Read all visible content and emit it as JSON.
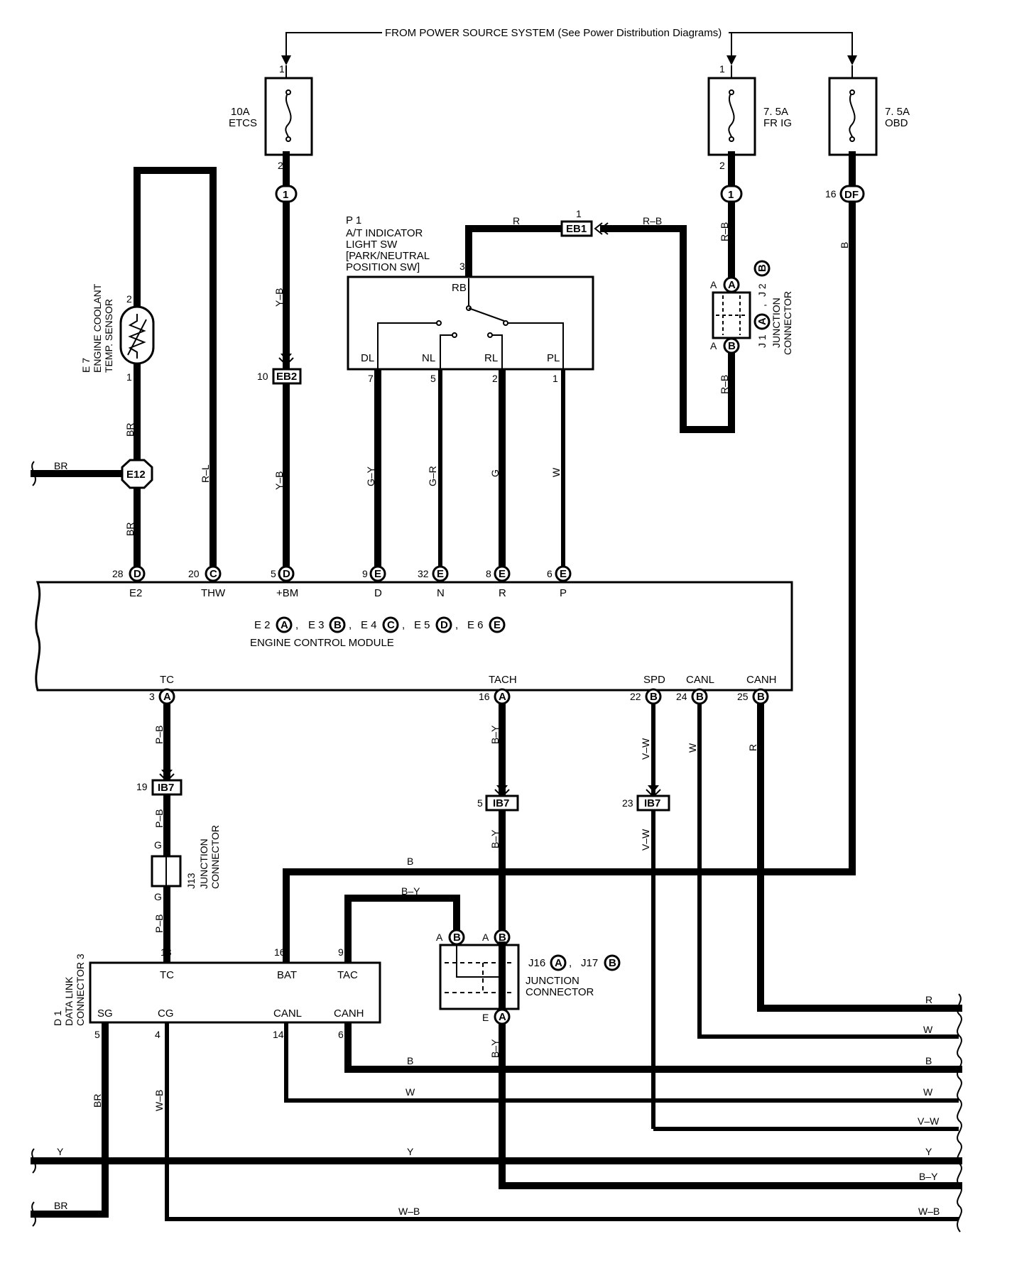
{
  "power_source": "FROM POWER SOURCE SYSTEM (See Power Distribution Diagrams)",
  "fuses": [
    {
      "id": "etcs",
      "amp": "10A",
      "name": "ETCS"
    },
    {
      "id": "frig",
      "amp": "7. 5A",
      "name": "FR IG"
    },
    {
      "id": "obd",
      "amp": "7. 5A",
      "name": "OBD"
    }
  ],
  "pin_labels": {
    "one": "1",
    "two": "2",
    "three": "3",
    "five": "5",
    "seven": "7",
    "nine": "9",
    "ten": "10",
    "thirteen": "13",
    "fourteen": "14",
    "sixteen": "16",
    "nineteen": "19",
    "twenty": "20",
    "twentytwo": "22",
    "twentythree": "23",
    "twentyfour": "24",
    "twentyfive": "25",
    "twentyeight": "28",
    "thirtytwo": "32",
    "four": "4",
    "six": "6",
    "eight": "8"
  },
  "connectors": {
    "c1": "1",
    "df": "DF",
    "eb1": "EB1",
    "eb2": "EB2",
    "ib7": "IB7",
    "e12": "E12",
    "a": "A",
    "b": "B",
    "c": "C",
    "d": "D",
    "e": "E",
    "g": "G"
  },
  "wire_colors": {
    "yb": "Y–B",
    "rb": "R–B",
    "r": "R",
    "b": "B",
    "br": "BR",
    "rl": "R–L",
    "gy": "G–Y",
    "gr": "G–R",
    "g": "G",
    "w": "W",
    "pb": "P–B",
    "by": "B–Y",
    "vw": "V–W",
    "wb": "W–B",
    "y": "Y"
  },
  "sensor": {
    "code": "E 7",
    "name_line1": "ENGINE COOLANT",
    "name_line2": "TEMP. SENSOR"
  },
  "switch": {
    "code": "P 1",
    "line1": "A/T INDICATOR",
    "line2": "LIGHT SW",
    "line3": "[PARK/NEUTRAL",
    "line4": " POSITION SW]",
    "pins": [
      "RB",
      "DL",
      "NL",
      "RL",
      "PL"
    ]
  },
  "junction_j1": {
    "code": "J 1",
    "sep": ",",
    "code2": "J 2",
    "name1": "JUNCTION",
    "name2": "CONNECTOR"
  },
  "junction_j13": {
    "code": "J13",
    "name1": "JUNCTION",
    "name2": "CONNECTOR"
  },
  "junction_j16": {
    "code": "J16",
    "sep": ",",
    "code2": "J17",
    "name1": "JUNCTION",
    "name2": "CONNECTOR"
  },
  "ecm": {
    "name": "ENGINE CONTROL MODULE",
    "top_terminals": [
      "E2",
      "THW",
      "+BM",
      "D",
      "N",
      "R",
      "P"
    ],
    "bottom_terminals": [
      "TC",
      "TACH",
      "SPD",
      "CANL",
      "CANH"
    ],
    "connector_list": [
      "E 2",
      "E 3",
      "E 4",
      "E 5",
      "E 6"
    ],
    "sep": ","
  },
  "dlc": {
    "code": "D 1",
    "name1": "DATA LINK",
    "name2": "CONNECTOR 3",
    "terminals": [
      "TC",
      "BAT",
      "TAC",
      "SG",
      "CG",
      "CANL",
      "CANH"
    ]
  }
}
